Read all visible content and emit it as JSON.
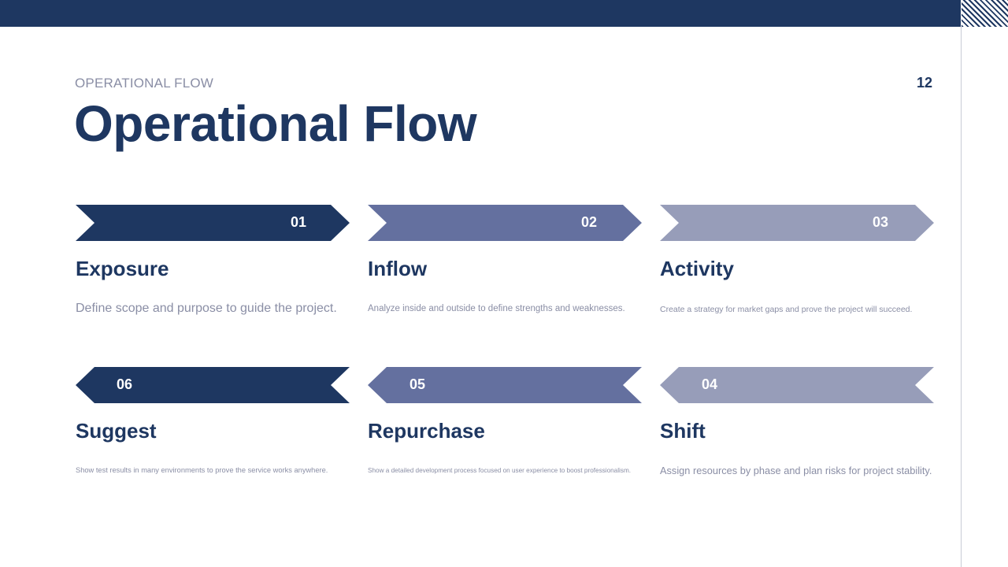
{
  "header": {
    "kicker": "OPERATIONAL FLOW",
    "title": "Operational Flow",
    "page_number": "12"
  },
  "colors": {
    "navy": "#1e3761",
    "mid": "#64709f",
    "light": "#979db9",
    "muted_text": "#8a8ea5"
  },
  "steps": [
    {
      "number": "01",
      "title": "Exposure",
      "description": "Define scope and purpose to guide the project.",
      "direction": "right",
      "color": "#1e3761"
    },
    {
      "number": "02",
      "title": "Inflow",
      "description": "Analyze inside and outside to define strengths and weaknesses.",
      "direction": "right",
      "color": "#64709f"
    },
    {
      "number": "03",
      "title": "Activity",
      "description": "Create a strategy for market gaps and prove the project will succeed.",
      "direction": "right",
      "color": "#979db9"
    },
    {
      "number": "06",
      "title": "Suggest",
      "description": "Show test results in many environments to prove the service works anywhere.",
      "direction": "left",
      "color": "#1e3761"
    },
    {
      "number": "05",
      "title": "Repurchase",
      "description": "Show a detailed development process focused on user experience to boost professionalism.",
      "direction": "left",
      "color": "#64709f"
    },
    {
      "number": "04",
      "title": "Shift",
      "description": "Assign resources by phase and plan risks for project stability.",
      "direction": "left",
      "color": "#979db9"
    }
  ]
}
